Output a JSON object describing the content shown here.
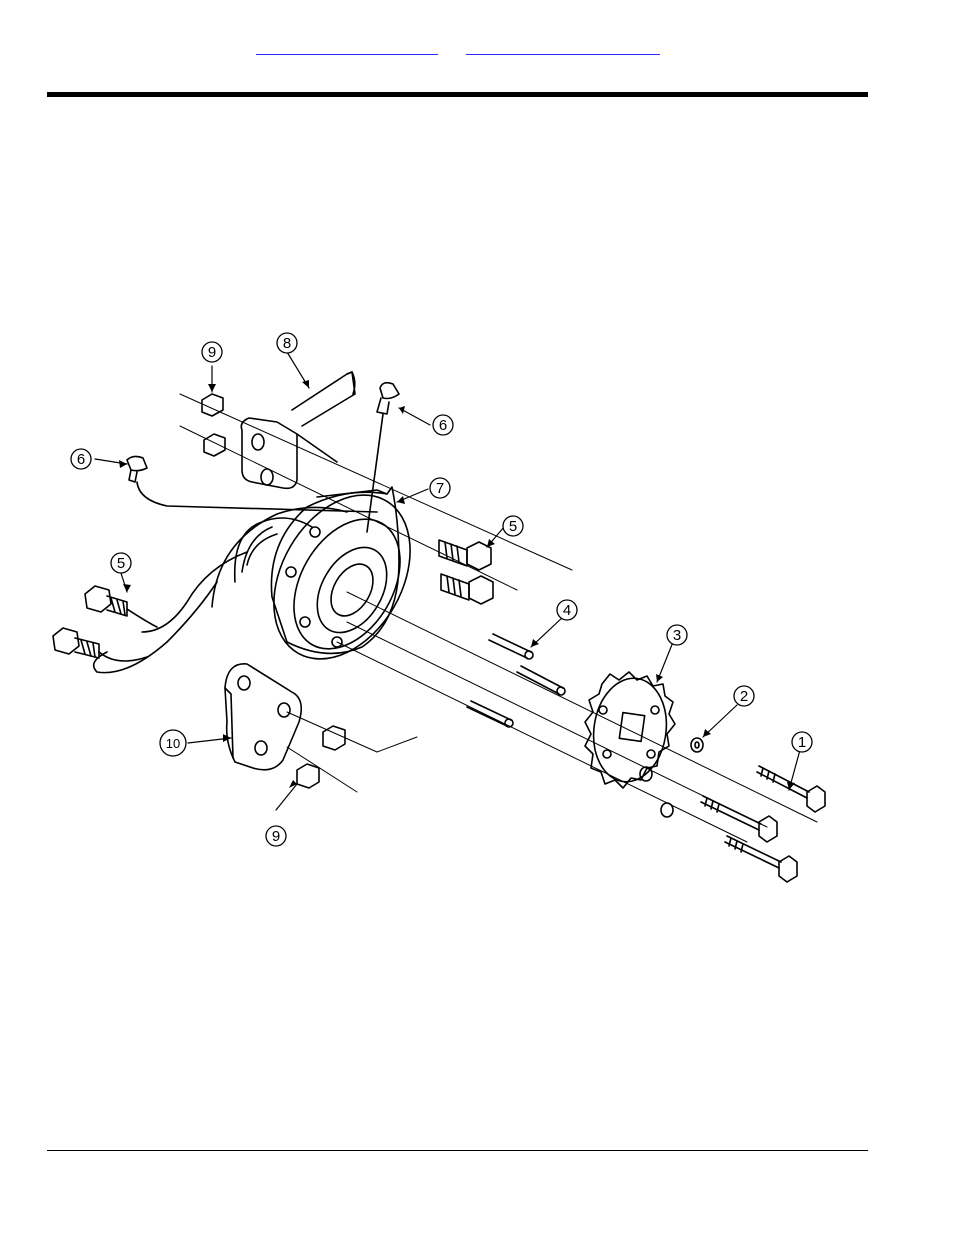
{
  "nav": {
    "link_left": "",
    "link_right": ""
  },
  "diagram": {
    "callouts": [
      "1",
      "2",
      "3",
      "4",
      "5",
      "6",
      "7",
      "8",
      "9",
      "10"
    ]
  }
}
